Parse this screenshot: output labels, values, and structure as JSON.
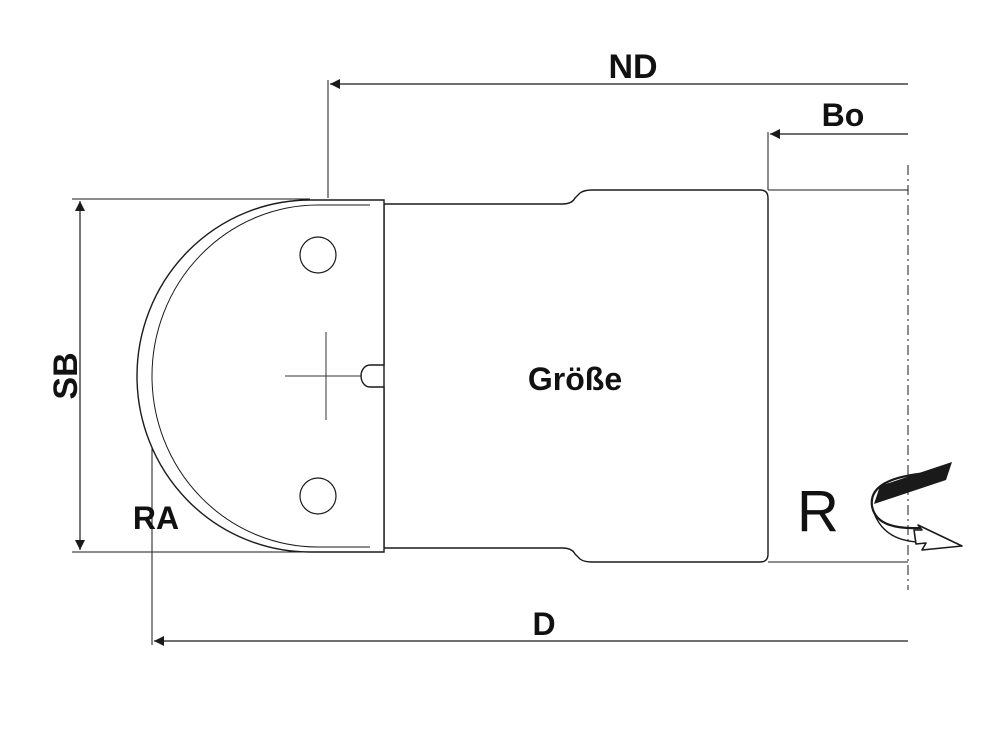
{
  "labels": {
    "nd": "ND",
    "bo": "Bo",
    "sb": "SB",
    "ra": "RA",
    "d": "D",
    "groesse": "Größe",
    "rotation": "R"
  },
  "colors": {
    "line": "#1a1a1a",
    "text": "#111111",
    "background": "#ffffff"
  },
  "icons": {
    "rotation_arrow": "curved-arrow-icon"
  }
}
